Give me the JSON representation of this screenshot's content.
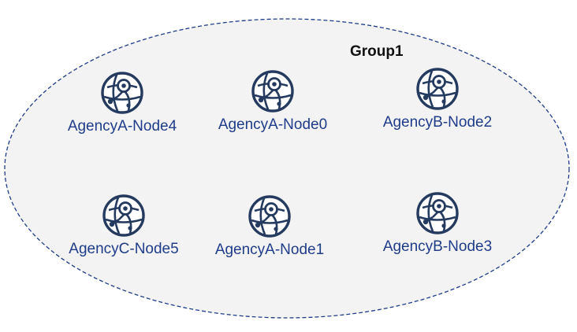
{
  "group": {
    "title": "Group1",
    "border_color": "#1f3c8a",
    "fill_color": "#f3f3f3"
  },
  "nodes": [
    {
      "label": "AgencyA-Node4",
      "icon": "network-globe-icon"
    },
    {
      "label": "AgencyA-Node0",
      "icon": "network-globe-icon"
    },
    {
      "label": "AgencyB-Node2",
      "icon": "network-globe-icon"
    },
    {
      "label": "AgencyC-Node5",
      "icon": "network-globe-icon"
    },
    {
      "label": "AgencyA-Node1",
      "icon": "network-globe-icon"
    },
    {
      "label": "AgencyB-Node3",
      "icon": "network-globe-icon"
    }
  ],
  "colors": {
    "icon": "#243a5e",
    "label": "#1f3c8a"
  }
}
